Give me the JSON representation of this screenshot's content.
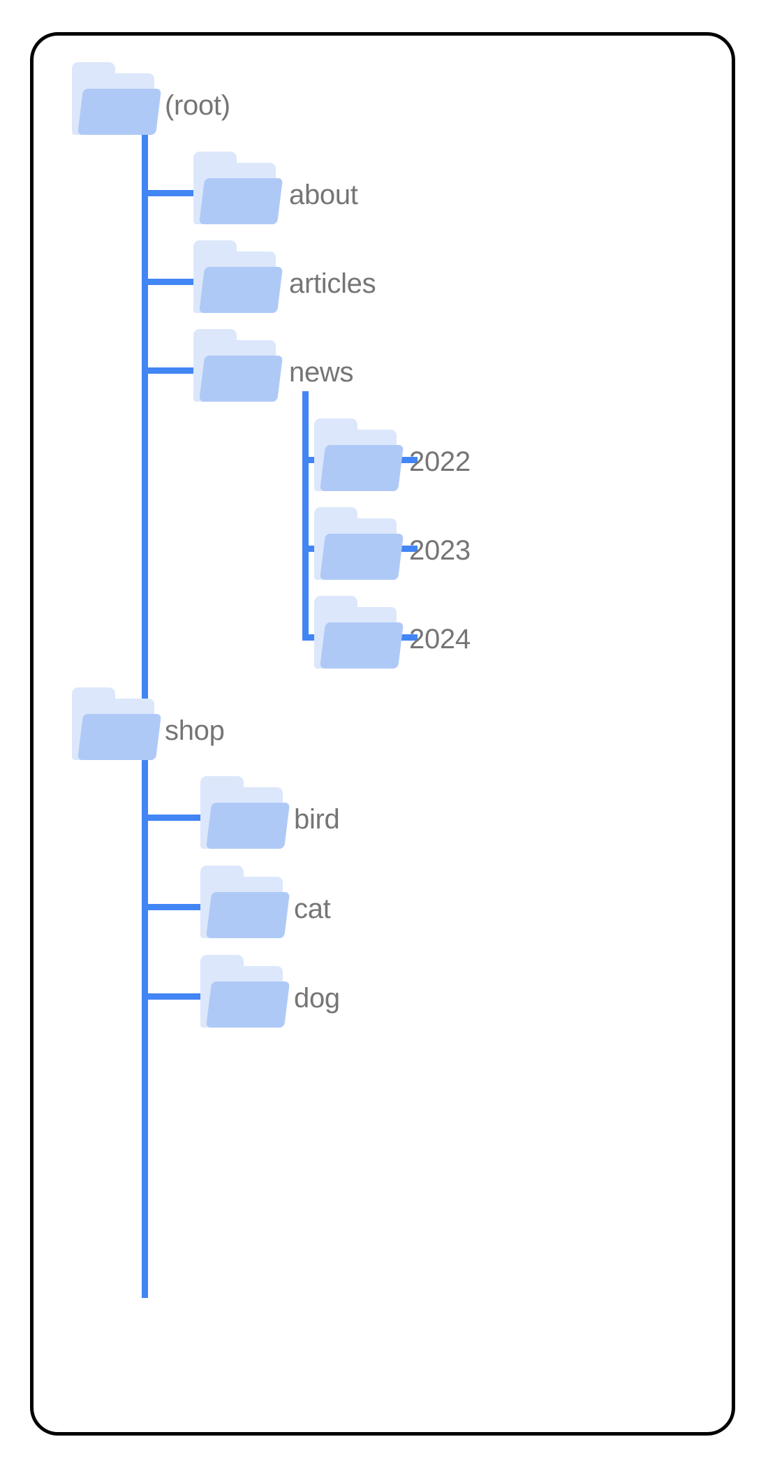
{
  "diagram": {
    "title": "folder-tree",
    "type": "file-tree",
    "colors": {
      "connector": "#4285f4",
      "folder_back": "#dce7fb",
      "folder_front": "#afc9f7",
      "label_text": "#757575",
      "card_border": "#000000",
      "background": "#ffffff"
    },
    "nodes": [
      {
        "id": "root",
        "label": "(root)",
        "depth": 0,
        "parent": null,
        "icon": "folder-icon"
      },
      {
        "id": "about",
        "label": "about",
        "depth": 1,
        "parent": "root",
        "icon": "folder-icon"
      },
      {
        "id": "articles",
        "label": "articles",
        "depth": 1,
        "parent": "root",
        "icon": "folder-icon"
      },
      {
        "id": "news",
        "label": "news",
        "depth": 1,
        "parent": "root",
        "icon": "folder-icon"
      },
      {
        "id": "news2022",
        "label": "2022",
        "depth": 2,
        "parent": "news",
        "icon": "folder-icon"
      },
      {
        "id": "news2023",
        "label": "2023",
        "depth": 2,
        "parent": "news",
        "icon": "folder-icon"
      },
      {
        "id": "news2024",
        "label": "2024",
        "depth": 2,
        "parent": "news",
        "icon": "folder-icon"
      },
      {
        "id": "shop",
        "label": "shop",
        "depth": 1,
        "parent": "root",
        "icon": "folder-icon"
      },
      {
        "id": "bird",
        "label": "bird",
        "depth": 2,
        "parent": "shop",
        "icon": "folder-icon"
      },
      {
        "id": "cat",
        "label": "cat",
        "depth": 2,
        "parent": "shop",
        "icon": "folder-icon"
      },
      {
        "id": "dog",
        "label": "dog",
        "depth": 2,
        "parent": "shop",
        "icon": "folder-icon"
      }
    ],
    "labels": {
      "root": "(root)",
      "about": "about",
      "articles": "articles",
      "news": "news",
      "news2022": "2022",
      "news2023": "2023",
      "news2024": "2024",
      "shop": "shop",
      "bird": "bird",
      "cat": "cat",
      "dog": "dog"
    }
  }
}
